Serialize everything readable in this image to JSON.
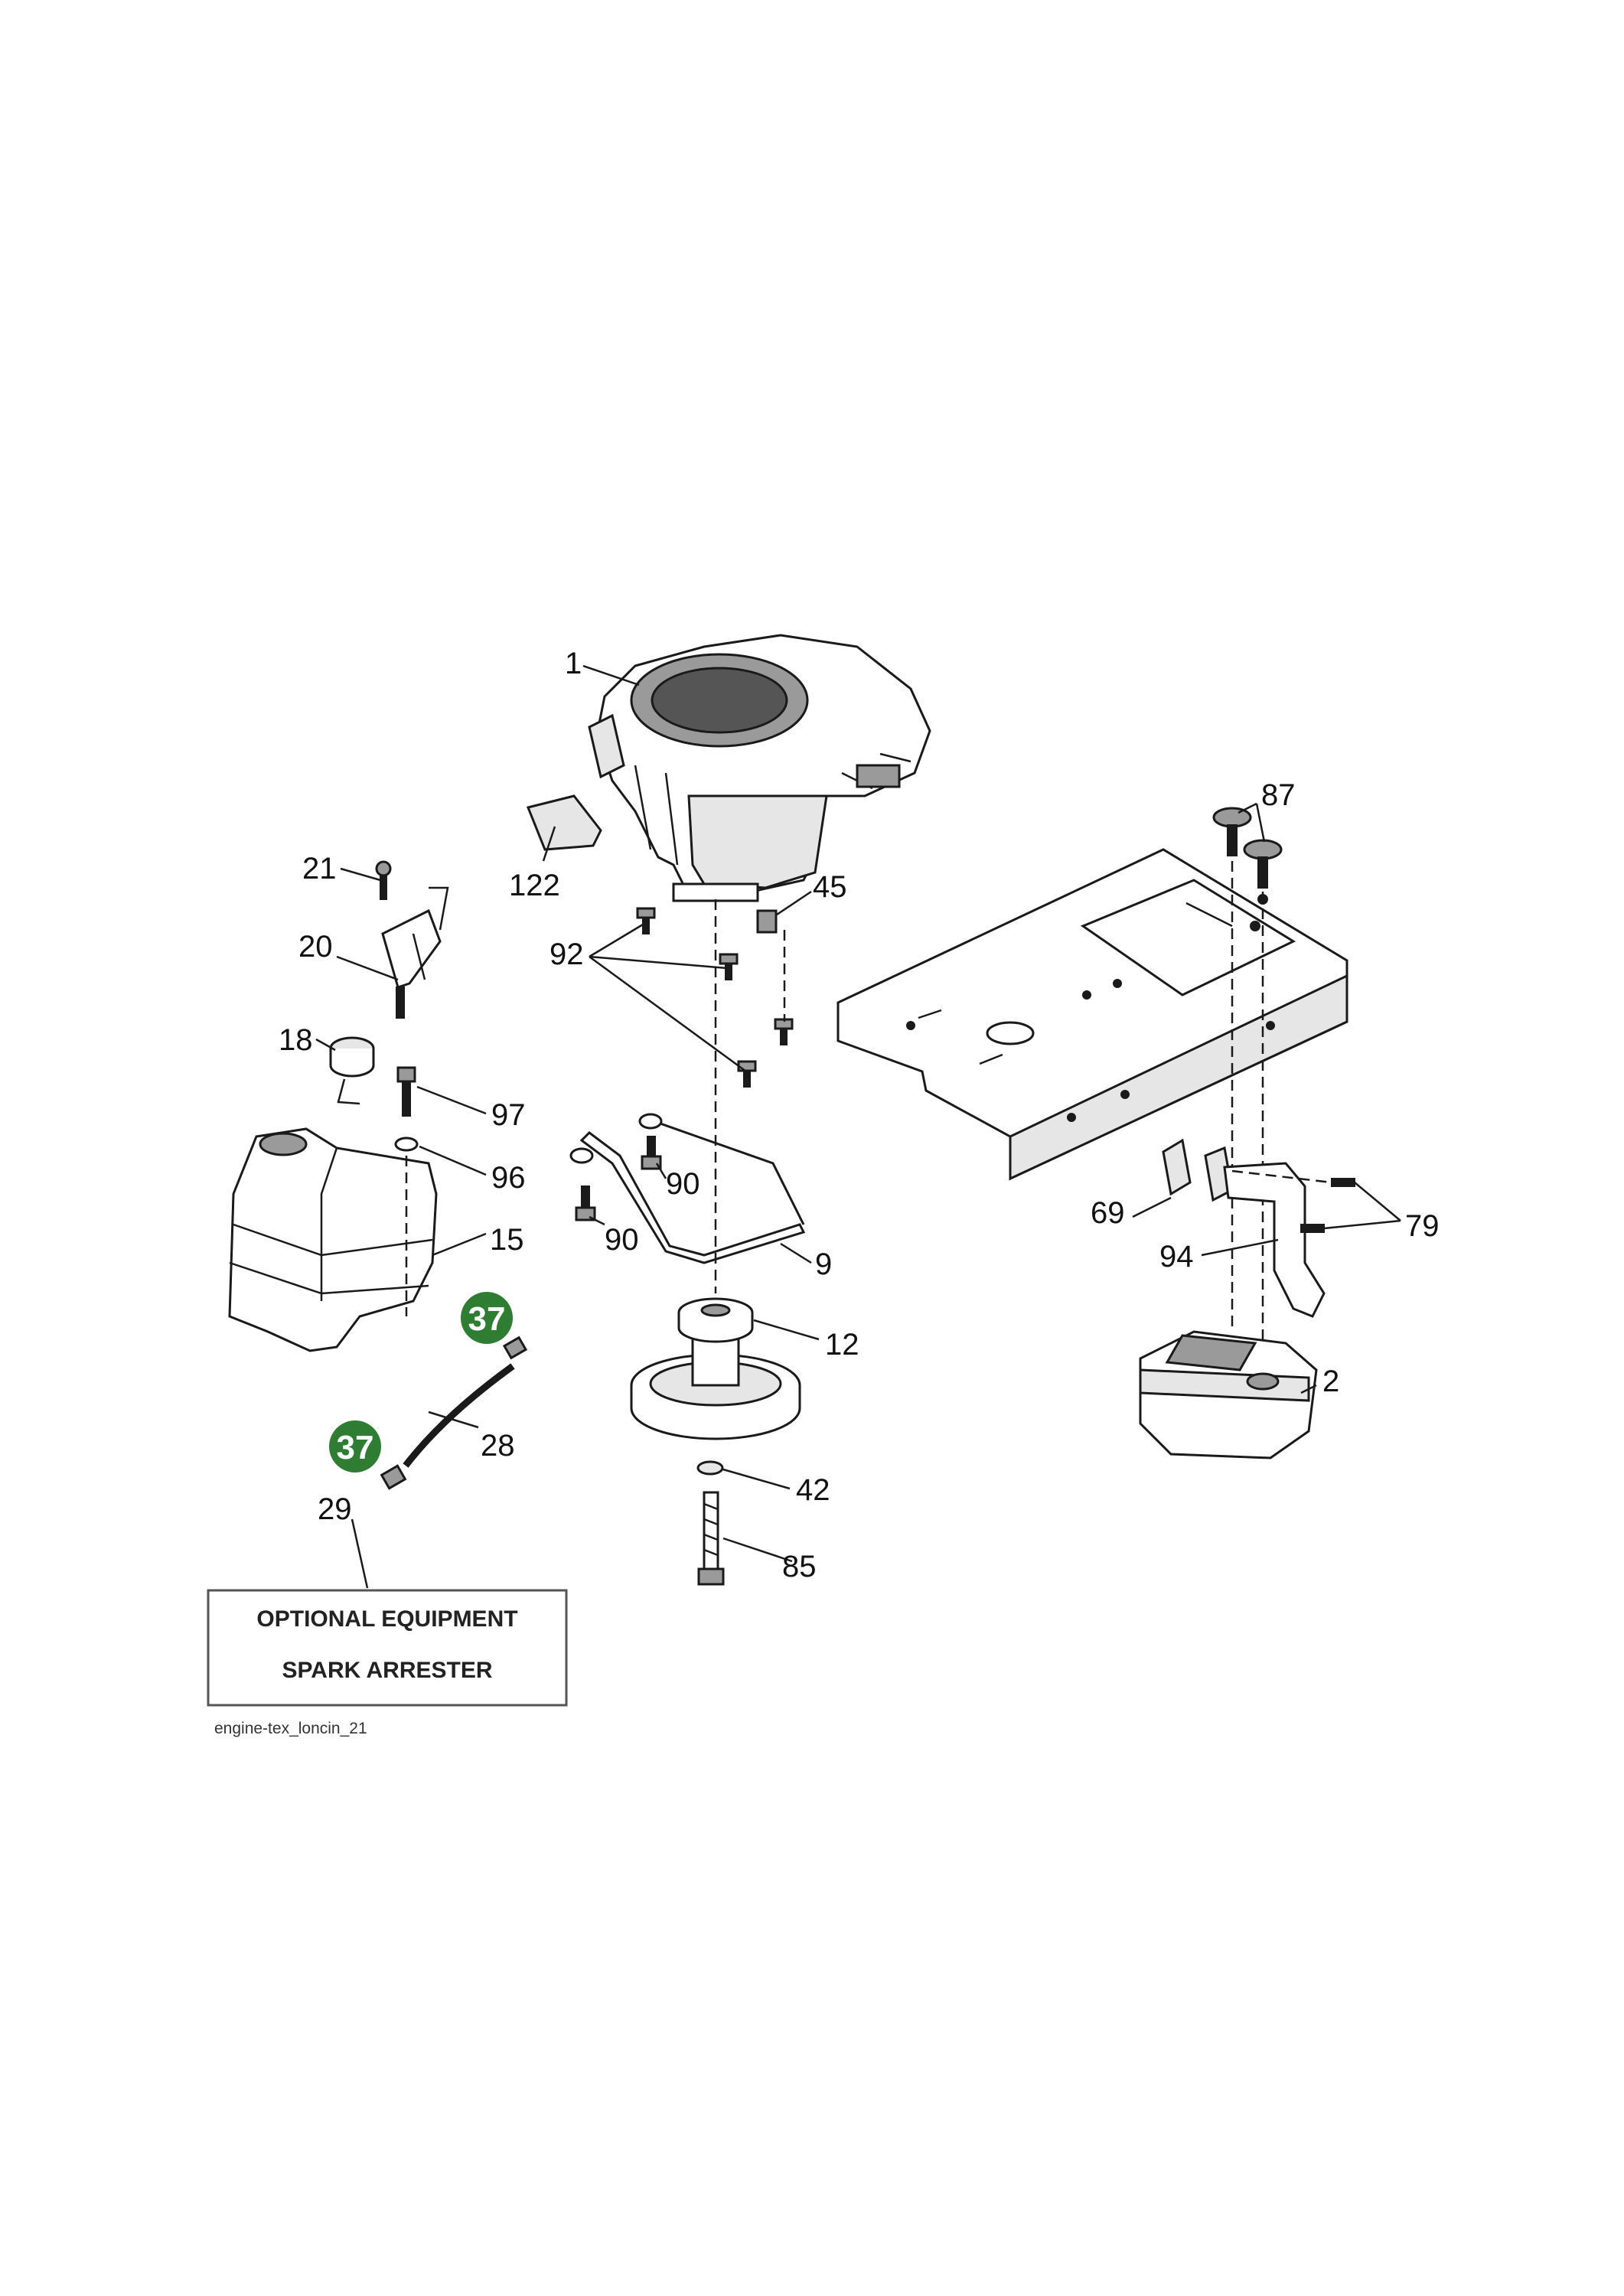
{
  "labels": {
    "l1": "1",
    "l122": "122",
    "l45": "45",
    "l92": "92",
    "l21": "21",
    "l20": "20",
    "l18": "18",
    "l97": "97",
    "l96": "96",
    "l15": "15",
    "l90a": "90",
    "l90b": "90",
    "l9": "9",
    "l12": "12",
    "l28": "28",
    "l29": "29",
    "l42": "42",
    "l85": "85",
    "l87": "87",
    "l69": "69",
    "l79": "79",
    "l94": "94",
    "l2": "2"
  },
  "badges": {
    "b1": "37",
    "b2": "37"
  },
  "optional_box": {
    "line1": "OPTIONAL EQUIPMENT",
    "line2": "SPARK ARRESTER"
  },
  "caption": "engine-tex_loncin_21",
  "colors": {
    "badge": "#2e7d32",
    "line": "#1a1a1a"
  }
}
